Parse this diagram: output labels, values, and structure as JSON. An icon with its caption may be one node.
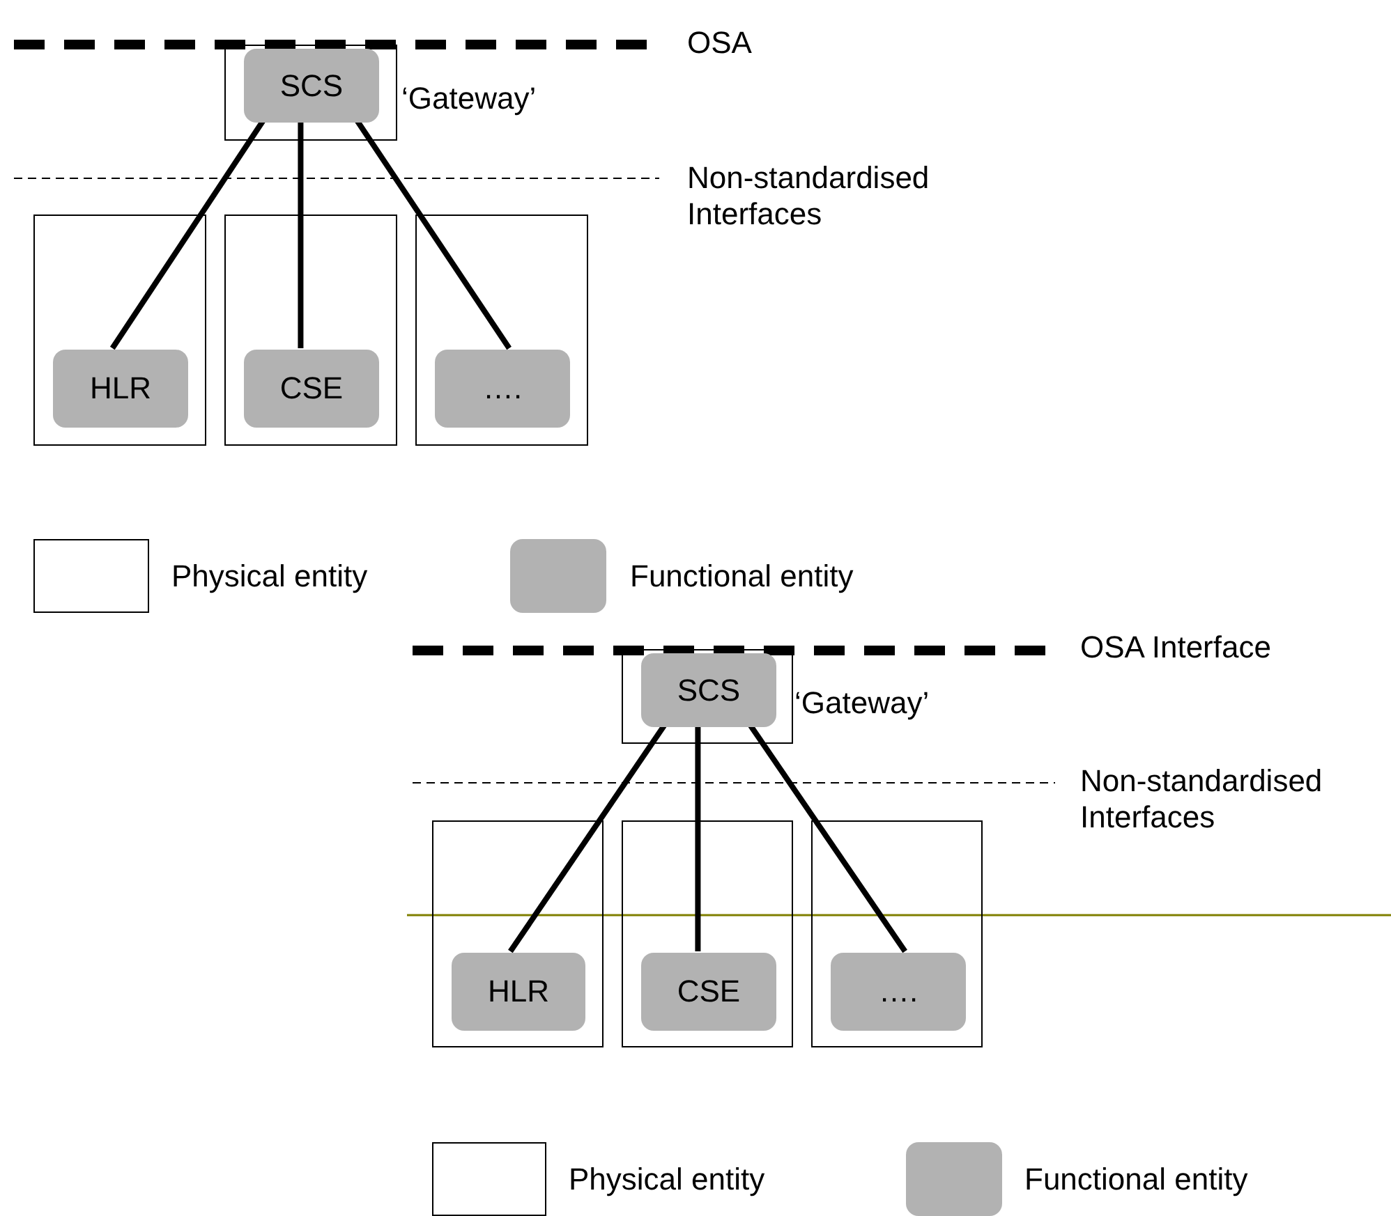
{
  "diagram": {
    "nodes": [
      {
        "text": [],
        "shape": "box",
        "beside": [
          "‘Gateway’"
        ]
      },
      {
        "text": [
          "SCS"
        ],
        "in": 0
      },
      {
        "text": [],
        "shape": "box"
      },
      {
        "text": [
          "HLR"
        ],
        "in": 2
      },
      {
        "text": [],
        "shape": "box"
      },
      {
        "text": [
          "CSE"
        ],
        "in": 4
      },
      {
        "text": [],
        "shape": "box"
      },
      {
        "text": [
          "…."
        ],
        "in": 6
      },
      {
        "text": [],
        "shape": "box",
        "beside": [
          "‘Gateway’"
        ]
      },
      {
        "text": [
          "SCS"
        ],
        "in": 8
      },
      {
        "text": [],
        "shape": "box"
      },
      {
        "text": [
          "HLR"
        ],
        "in": 10
      },
      {
        "text": [],
        "shape": "box"
      },
      {
        "text": [
          "CSE"
        ],
        "in": 12
      },
      {
        "text": [],
        "shape": "box"
      },
      {
        "text": [
          "…."
        ],
        "in": 14
      }
    ],
    "edges": [
      {
        "from": 1,
        "to": 3,
        "arrow": "none"
      },
      {
        "from": 1,
        "to": 5,
        "arrow": "none"
      },
      {
        "from": 1,
        "to": 7,
        "arrow": "none"
      },
      {
        "from": 9,
        "to": 11,
        "arrow": "none"
      },
      {
        "from": 9,
        "to": 13,
        "arrow": "none"
      },
      {
        "from": 9,
        "to": 15,
        "arrow": "none"
      }
    ],
    "labels": [
      "OSA",
      "Non-standardised Interfaces",
      "OSA Interface",
      "Non-standardised Interfaces"
    ],
    "legend": [
      {
        "text": "Physical entity"
      },
      {
        "text": "Functional entity",
        "color": "#b2b2b2"
      },
      {
        "text": "Physical entity"
      },
      {
        "text": "Functional entity",
        "color": "#b2b2b2"
      }
    ]
  }
}
